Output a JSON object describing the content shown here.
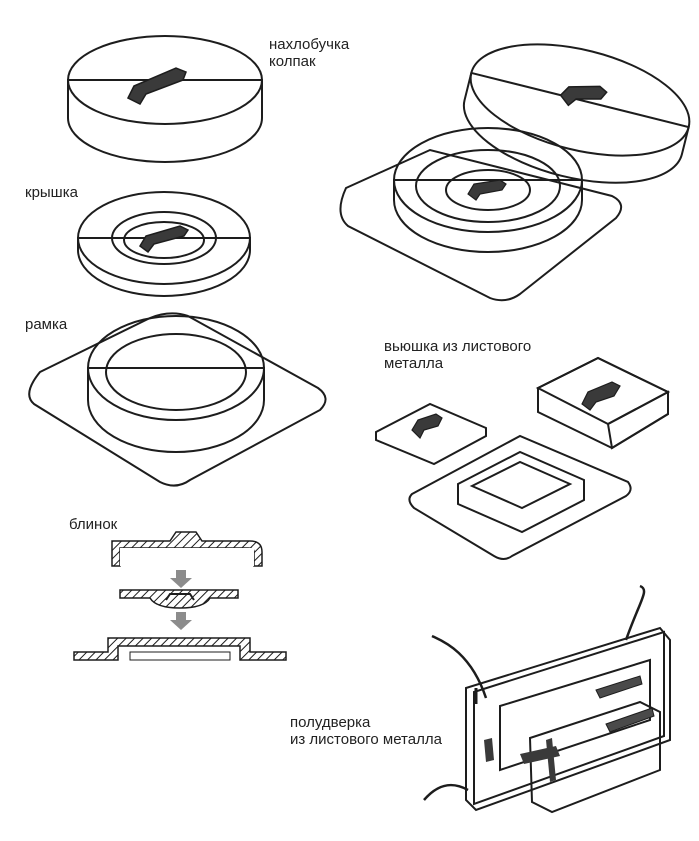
{
  "labels": {
    "cap_line1": "нахлобучка",
    "cap_line2": "колпак",
    "lid": "крышка",
    "frame": "рамка",
    "blinok": "блинок",
    "sheet_damper_line1": "вьюшка из листового",
    "sheet_damper_line2": "металла",
    "half_door_line1": "полудверка",
    "half_door_line2": "из листового металла"
  },
  "colors": {
    "ink": "#1d1d1d",
    "face": "#e6e6e6",
    "shade": "#9a9a9a",
    "dark": "#4a4a4a",
    "arrow": "#8c8c8c"
  }
}
